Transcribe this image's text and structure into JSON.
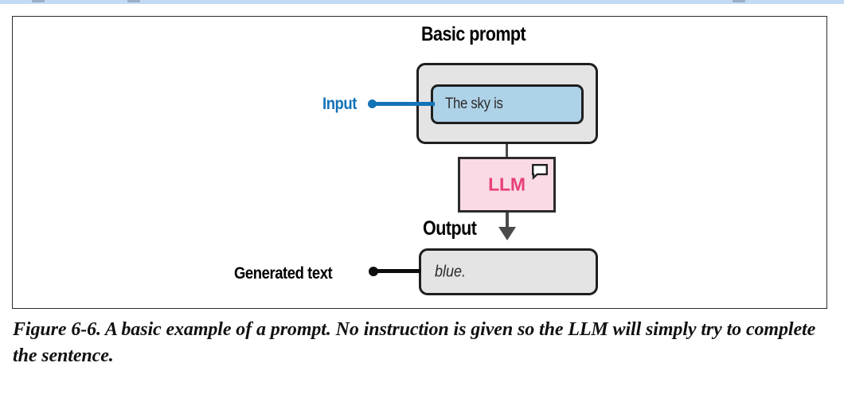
{
  "viewer": {
    "strip_color": "#c3daf4"
  },
  "figure": {
    "frame_border_color": "#2b2b2b",
    "prompt_section": {
      "title": "Basic prompt",
      "container_fill": "#e4e4e4",
      "input_box": {
        "text": "The sky is",
        "fill": "#aed2e8"
      },
      "callout": {
        "label": "Input",
        "color": "#1272b6"
      }
    },
    "llm_node": {
      "label": "LLM",
      "fill": "#fadbe5",
      "text_color": "#e83f78",
      "icon": "speech-bubble-icon"
    },
    "output_section": {
      "title": "Output",
      "output_box": {
        "text": "blue.",
        "fill": "#e4e4e4"
      },
      "callout": {
        "label": "Generated text",
        "color": "#0d0d0d"
      }
    }
  },
  "caption": {
    "text": "Figure 6-6. A basic example of a prompt. No instruction is given so the LLM will simply try to complete the sentence."
  }
}
